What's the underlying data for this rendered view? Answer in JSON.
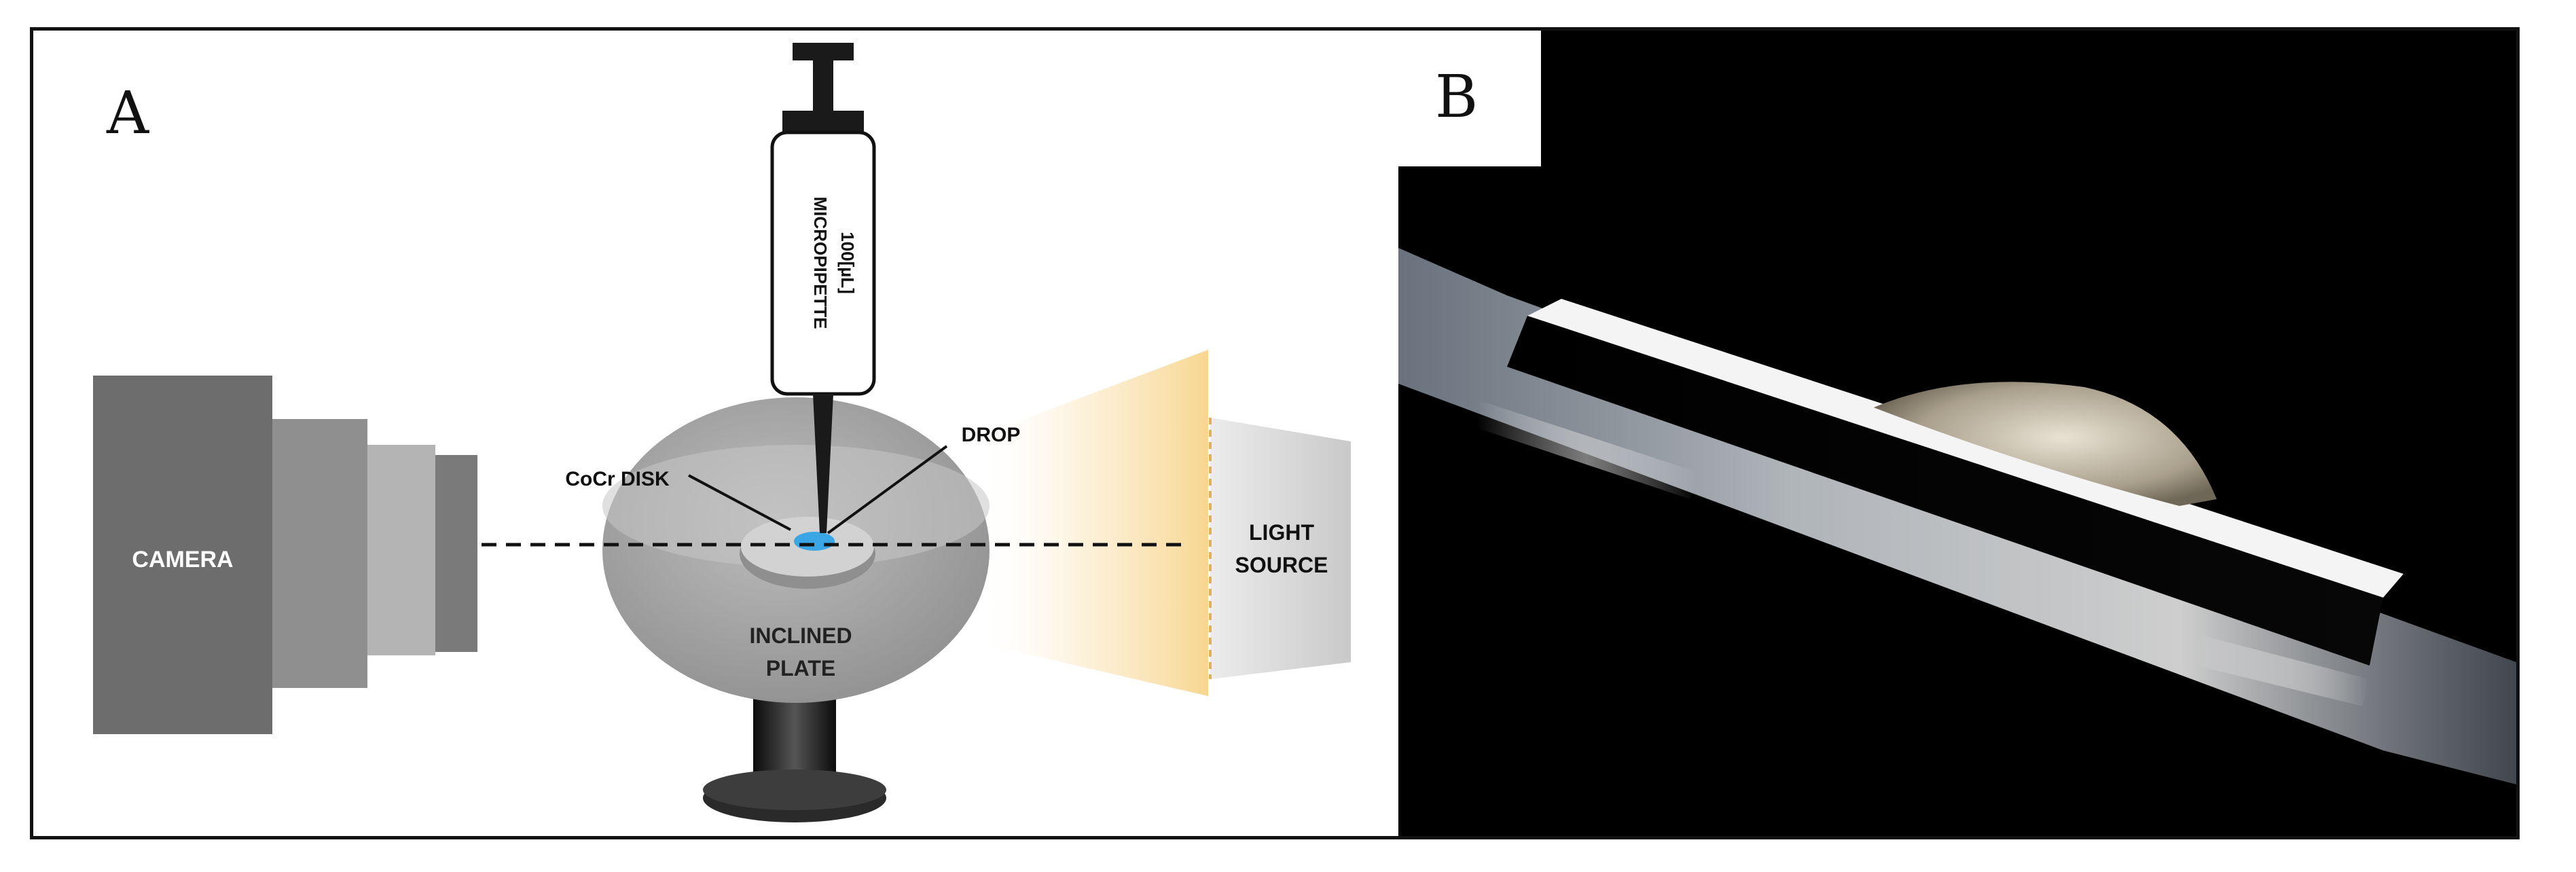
{
  "panels": [
    {
      "id": "A",
      "letter": "A",
      "labels": {
        "camera": "CAMERA",
        "pipette": "MICROPIPETTE",
        "pipette_volume": "100[µL]",
        "disk": "CoCr DISK",
        "drop": "DROP",
        "plate_line1": "INCLINED",
        "plate_line2": "PLATE",
        "light_line1": "LIGHT",
        "light_line2": "SOURCE"
      },
      "colors": {
        "camera_dark": "#6d6d6d",
        "camera_mid": "#8f8f8f",
        "camera_light": "#b4b4b4",
        "plate": "#a6a6a6",
        "drop": "#3aa6e6",
        "light_glow": "#f7d48a",
        "stand": "#1a1a1a"
      }
    },
    {
      "id": "B",
      "letter": "B"
    }
  ]
}
